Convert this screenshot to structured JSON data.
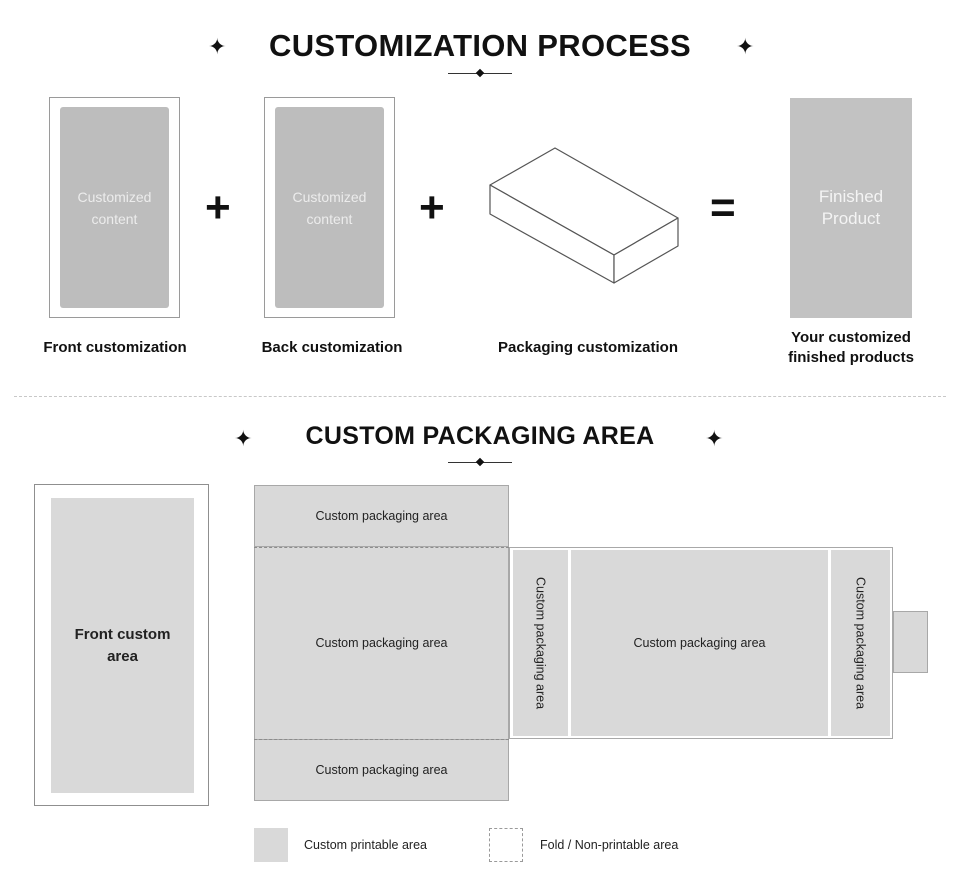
{
  "process": {
    "title": "CUSTOMIZATION PROCESS",
    "front_card": {
      "line1": "Customized",
      "line2": "content",
      "caption": "Front customization"
    },
    "back_card": {
      "line1": "Customized",
      "line2": "content",
      "caption": "Back customization"
    },
    "packaging": {
      "caption": "Packaging customization"
    },
    "plus_symbol": "+",
    "equals_symbol": "=",
    "finished": {
      "line1": "Finished",
      "line2": "Product",
      "caption_line1": "Your customized",
      "caption_line2": "finished products"
    }
  },
  "packaging_area": {
    "title": "CUSTOM PACKAGING AREA",
    "front_area": {
      "line1": "Front custom",
      "line2": "area"
    },
    "panels": {
      "top_flap": "Custom packaging area",
      "main_left": "Custom packaging area",
      "bottom_flap": "Custom packaging area",
      "side_1": "Custom packaging area",
      "main_right": "Custom packaging area",
      "side_2": "Custom packaging area"
    }
  },
  "legend": {
    "printable": "Custom printable area",
    "fold": "Fold / Non-printable area"
  },
  "colors": {
    "card_fill": "#bdbdbd",
    "panel_fill": "#d9d9d9",
    "text": "#111111"
  },
  "icons": [
    "sparkle-star-icon",
    "box-3d-icon",
    "plus-icon",
    "equals-icon"
  ]
}
